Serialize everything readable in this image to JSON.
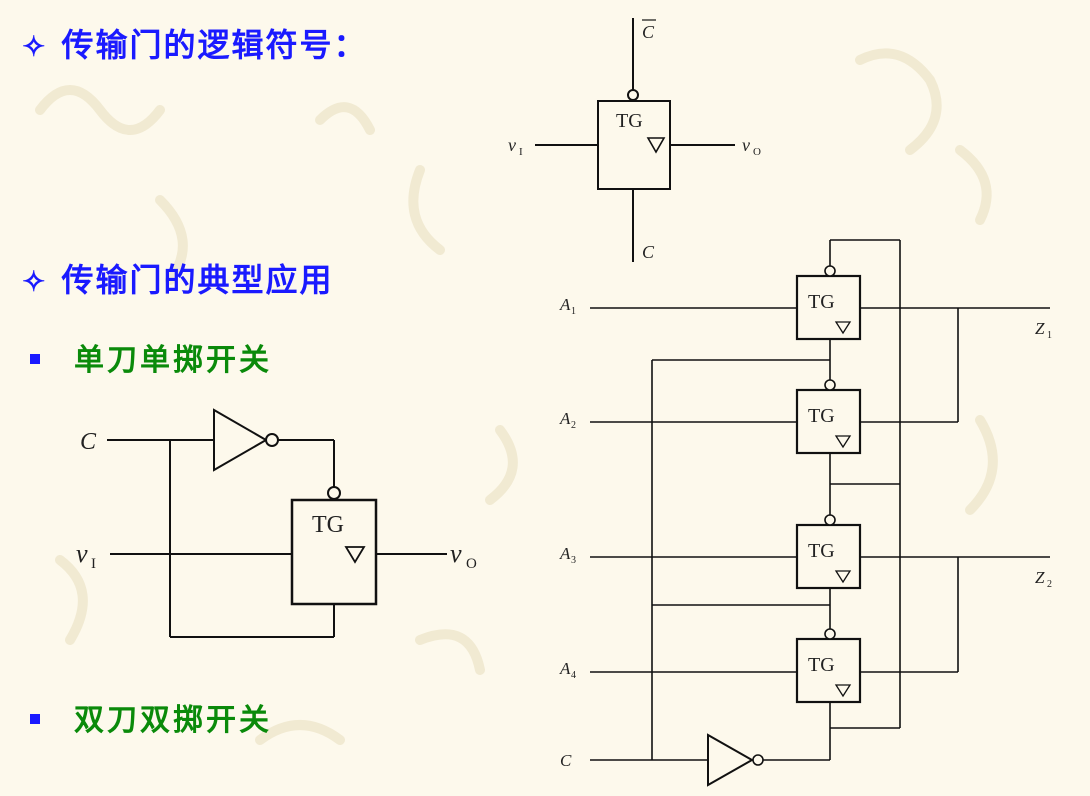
{
  "headings": {
    "tg_symbol": "传输门的逻辑符号：",
    "tg_applications": "传输门的典型应用"
  },
  "bullets": {
    "spst": "单刀单掷开关",
    "dpdt": "双刀双掷开关"
  },
  "symbols": {
    "diamond": "✧"
  },
  "symbol_diagram": {
    "block_label": "TG",
    "control_top": "C",
    "control_bottom": "C",
    "input": "v",
    "input_sub": "I",
    "output": "v",
    "output_sub": "O"
  },
  "spst_diagram": {
    "control": "C",
    "block_label": "TG",
    "input": "v",
    "input_sub": "I",
    "output": "v",
    "output_sub": "O"
  },
  "dpdt_diagram": {
    "block_label": "TG",
    "inputs": [
      "A",
      "A",
      "A",
      "A"
    ],
    "input_subs": [
      "1",
      "2",
      "3",
      "4"
    ],
    "outputs": [
      "Z",
      "Z"
    ],
    "output_subs": [
      "1",
      "2"
    ],
    "control": "C"
  },
  "colors": {
    "heading": "#1a1aff",
    "bullet_text": "#0a8a0a",
    "bullet_marker": "#1a1aff",
    "wire": "#111111"
  }
}
